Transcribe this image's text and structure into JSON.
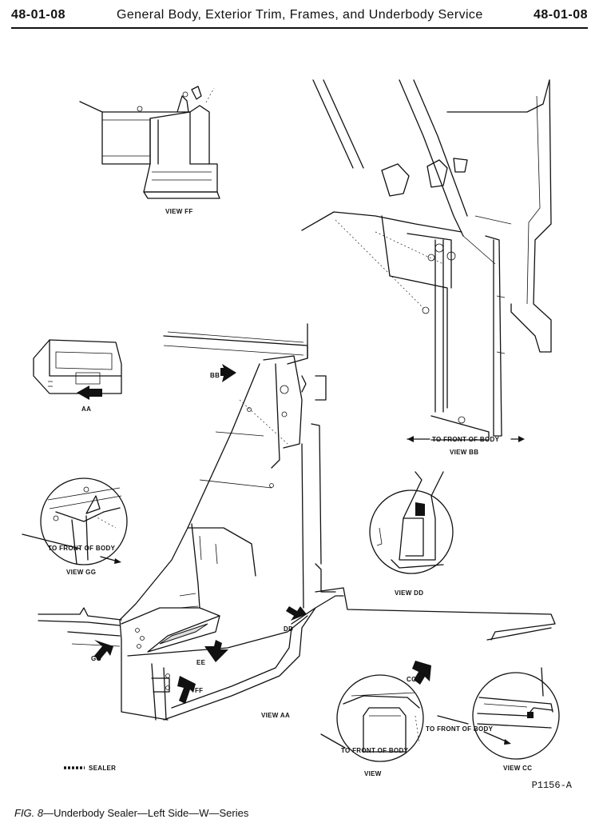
{
  "header": {
    "page_left": "48-01-08",
    "title": "General Body, Exterior Trim, Frames, and Underbody Service",
    "page_right": "48-01-08"
  },
  "labels": {
    "view_ff": "VIEW FF",
    "bb": "BB",
    "aa": "AA",
    "to_front_bb": "TO FRONT OF BODY",
    "view_bb": "VIEW BB",
    "to_front_gg": "TO FRONT OF BODY",
    "view_gg": "VIEW GG",
    "view_dd": "VIEW DD",
    "dd": "DD",
    "gg": "GG",
    "ee": "EE",
    "ff": "FF",
    "cc": "CC",
    "view_aa": "VIEW AA",
    "to_front_cc": "TO FRONT OF BODY",
    "to_front_view": "TO FRONT OF BODY",
    "view": "VIEW",
    "view_cc": "VIEW CC",
    "sealer": "SEALER"
  },
  "reference": "P1156-A",
  "caption": {
    "figure": "FIG. 8",
    "text": "—Underbody Sealer—Left Side—W—Series"
  }
}
